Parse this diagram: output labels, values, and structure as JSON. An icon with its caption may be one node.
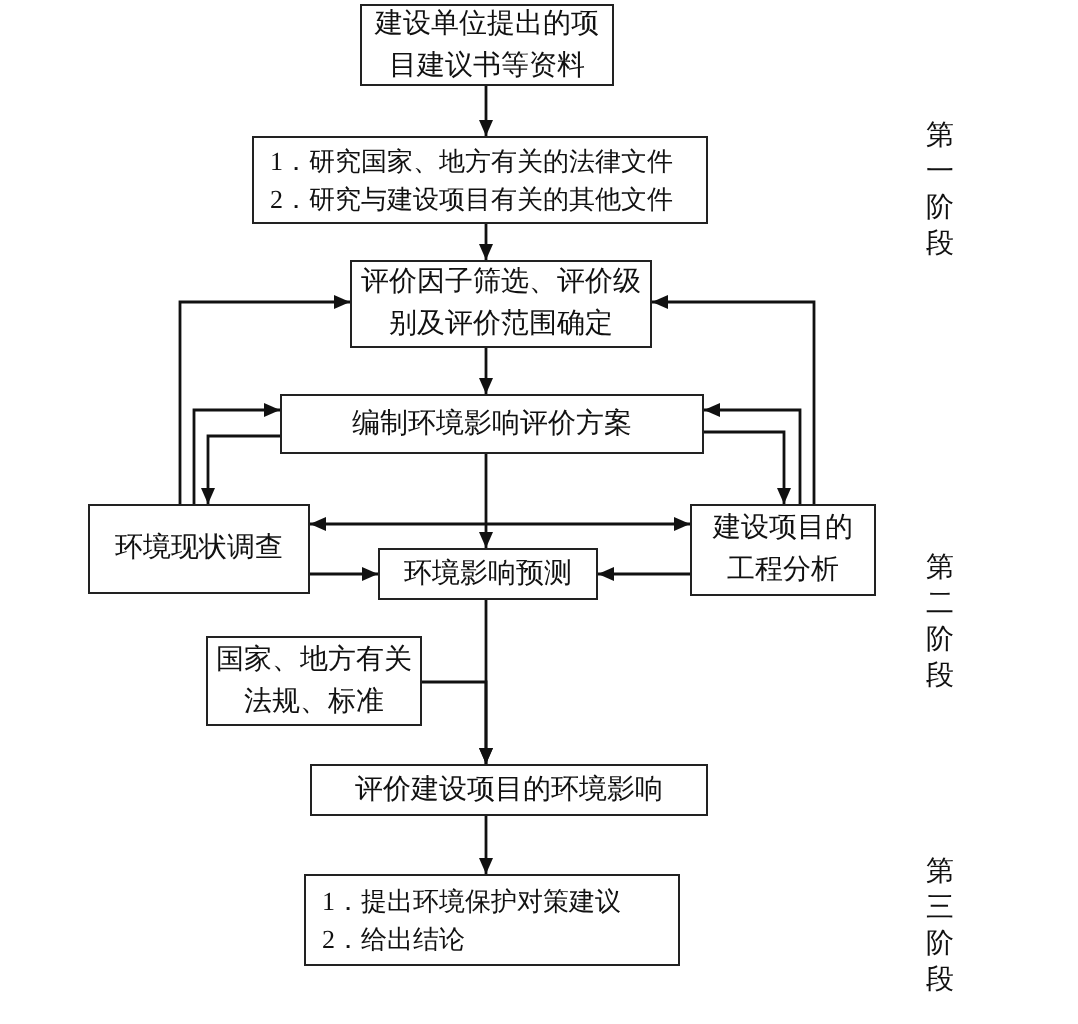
{
  "diagram": {
    "nodes": [
      {
        "text": [
          "建设单位提出的项目建议书等资料"
        ]
      },
      {
        "text": [
          "1．研究国家、地方有关的法律文件",
          "2．研究与建设项目有关的其他文件"
        ]
      },
      {
        "text": [
          "评价因子筛选、评价级别及评价范围确定"
        ]
      },
      {
        "text": [
          "编制环境影响评价方案"
        ]
      },
      {
        "text": [
          "环境现状调查"
        ]
      },
      {
        "text": [
          "环境影响预测"
        ]
      },
      {
        "text": [
          "建设项目的工程分析"
        ]
      },
      {
        "text": [
          "国家、地方有关法规、标准"
        ]
      },
      {
        "text": [
          "评价建设项目的环境影响"
        ]
      },
      {
        "text": [
          "1．提出环境保护对策建议",
          "2．给出结论"
        ]
      }
    ],
    "edges": [
      {
        "from": 0,
        "to": 1,
        "arrow": "to"
      },
      {
        "from": 1,
        "to": 2,
        "arrow": "to"
      },
      {
        "from": 2,
        "to": 3,
        "arrow": "to"
      },
      {
        "from": 4,
        "to": 2,
        "arrow": "to"
      },
      {
        "from": 6,
        "to": 2,
        "arrow": "to"
      },
      {
        "from": 4,
        "to": 3,
        "arrow": "to"
      },
      {
        "from": 3,
        "to": 4,
        "arrow": "to"
      },
      {
        "from": 6,
        "to": 3,
        "arrow": "to"
      },
      {
        "from": 3,
        "to": 6,
        "arrow": "to"
      },
      {
        "from": 3,
        "to": 5,
        "arrow": "to"
      },
      {
        "from": 4,
        "to": 6,
        "arrow": "both"
      },
      {
        "from": 4,
        "to": 5,
        "arrow": "to"
      },
      {
        "from": 6,
        "to": 5,
        "arrow": "to"
      },
      {
        "from": 5,
        "to": 8,
        "arrow": "to"
      },
      {
        "from": 7,
        "to": 8,
        "arrow": "to"
      },
      {
        "from": 8,
        "to": 9,
        "arrow": "to"
      }
    ],
    "labels": [
      "第一阶段",
      "第二阶段",
      "第三阶段"
    ]
  }
}
